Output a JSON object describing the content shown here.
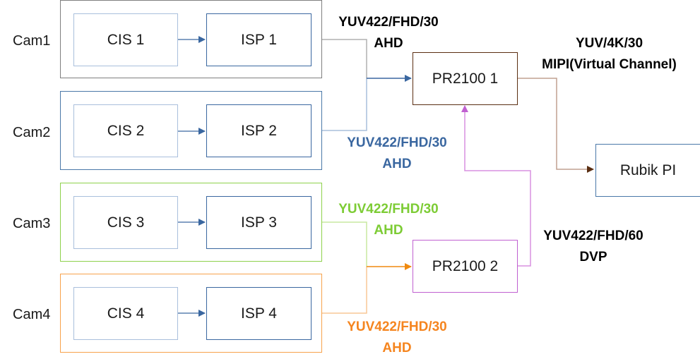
{
  "cameras": [
    {
      "label": "Cam1",
      "cis": "CIS 1",
      "isp": "ISP 1",
      "frame_color": "#7f7f7f"
    },
    {
      "label": "Cam2",
      "cis": "CIS 2",
      "isp": "ISP 2",
      "frame_color": "#4a78a8"
    },
    {
      "label": "Cam3",
      "cis": "CIS 3",
      "isp": "ISP 3",
      "frame_color": "#8ed14b"
    },
    {
      "label": "Cam4",
      "cis": "CIS 4",
      "isp": "ISP 4",
      "frame_color": "#f7a24b"
    }
  ],
  "nodes": {
    "pr2100_1": {
      "label": "PR2100 1",
      "color": "#5a2e12"
    },
    "pr2100_2": {
      "label": "PR2100 2",
      "color": "#c060d0"
    },
    "rubik": {
      "label": "Rubik PI",
      "color": "#4a78a8"
    }
  },
  "links": {
    "cam1": {
      "line1": "YUV422/FHD/30",
      "line2": "AHD",
      "color": "#000000"
    },
    "cam2": {
      "line1": "YUV422/FHD/30",
      "line2": "AHD",
      "color": "#3a67a0"
    },
    "cam3": {
      "line1": "YUV422/FHD/30",
      "line2": "AHD",
      "color": "#7dcc35"
    },
    "cam4": {
      "line1": "YUV422/FHD/30",
      "line2": "AHD",
      "color": "#f5851f"
    },
    "pr2_to_pr1": {
      "line1": "YUV422/FHD/60",
      "line2": "DVP",
      "color": "#000000"
    },
    "pr1_to_rubik": {
      "line1": "YUV/4K/30",
      "line2": "MIPI(Virtual Channel)",
      "color": "#000000"
    }
  }
}
